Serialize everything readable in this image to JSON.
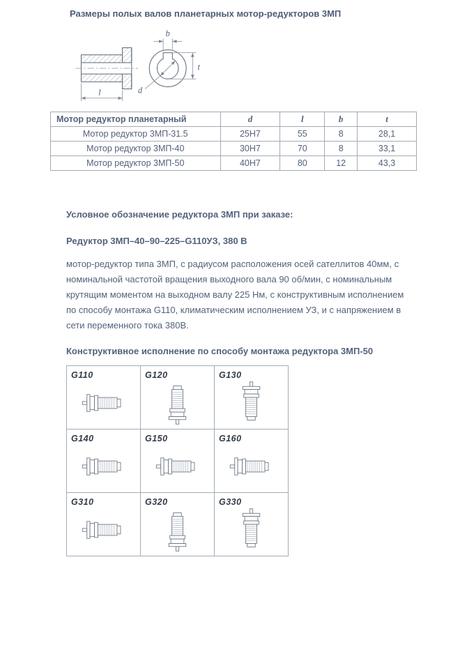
{
  "page": {
    "title": "Размеры полых валов планетарных мотор-редукторов 3МП"
  },
  "drawing": {
    "labels": {
      "b": "b",
      "t": "t",
      "d": "d",
      "l": "l"
    }
  },
  "shaft_table": {
    "headers": {
      "name": "Мотор редуктор планетарный",
      "d": "d",
      "l": "l",
      "b": "b",
      "t": "t"
    },
    "rows": [
      {
        "name": "Мотор редуктор 3МП-31.5",
        "d": "25Н7",
        "l": "55",
        "b": "8",
        "t": "28,1"
      },
      {
        "name": "Мотор редуктор 3МП-40",
        "d": "30Н7",
        "l": "70",
        "b": "8",
        "t": "33,1"
      },
      {
        "name": "Мотор редуктор 3МП-50",
        "d": "40Н7",
        "l": "80",
        "b": "12",
        "t": "43,3"
      }
    ]
  },
  "designation": {
    "heading": "Условное обозначение редуктора 3МП при заказе:",
    "example": "Редуктор 3МП–40–90–225–G110УЗ, 380 В",
    "description": "мотор-редуктор типа 3МП, с радиусом расположения осей сателлитов 40мм, с номинальной частотой вращения выходного вала 90 об/мин, с номинальным крутящим моментом на выходном валу 225 Нм, с конструктивным исполнением по способу монтажа G110, климатическим исполнением УЗ, и с напряжением в сети переменного тока 380В."
  },
  "mounting": {
    "heading": "Конструктивное исполнение по способу монтажа редуктора 3МП-50",
    "variants": [
      {
        "label": "G110"
      },
      {
        "label": "G120"
      },
      {
        "label": "G130"
      },
      {
        "label": "G140"
      },
      {
        "label": "G150"
      },
      {
        "label": "G160"
      },
      {
        "label": "G310"
      },
      {
        "label": "G320"
      },
      {
        "label": "G330"
      }
    ]
  }
}
